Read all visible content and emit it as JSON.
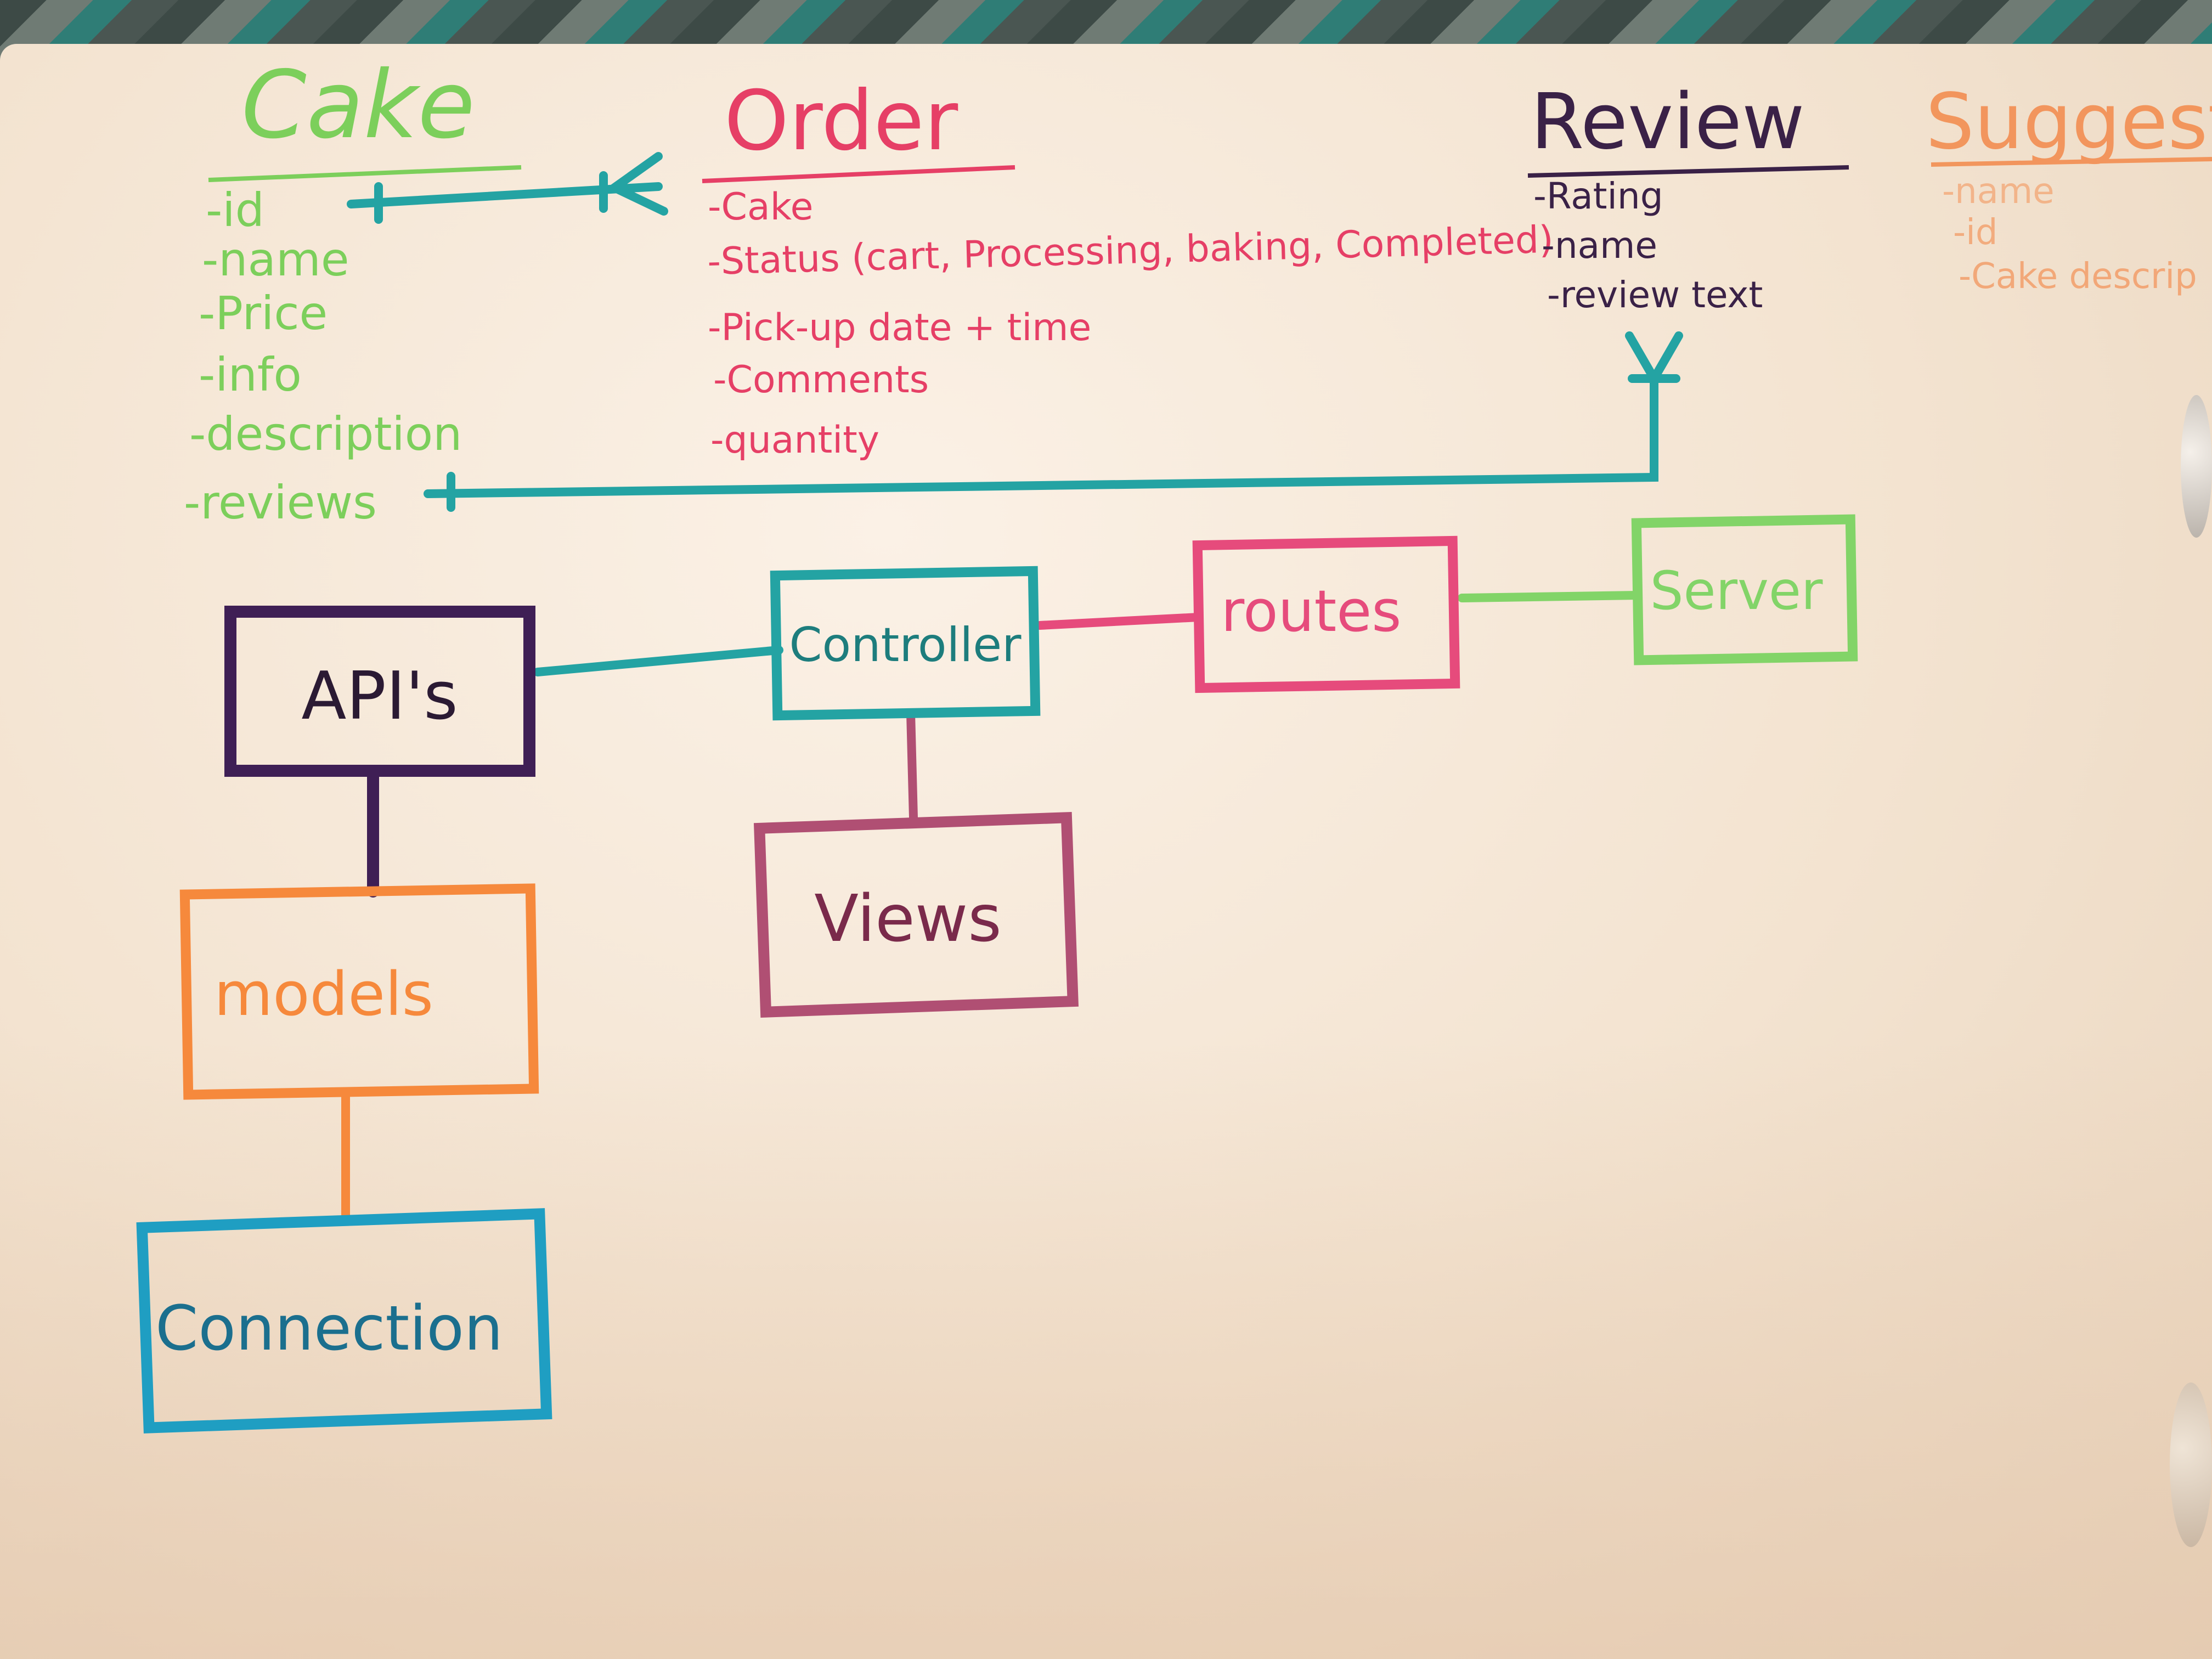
{
  "colors": {
    "cake": "#7ccf5b",
    "order": "#e63f66",
    "review": "#3a2147",
    "suggestion": "#f3894a",
    "teal": "#24a3a3",
    "purple": "#3f1f55",
    "orange": "#f6893c",
    "blue": "#1f9ec2",
    "green": "#82d468",
    "pink": "#e64b7c",
    "mauve": "#b04f73"
  },
  "entities": {
    "cake": {
      "title": "Cake",
      "fields": [
        "-id",
        "-name",
        "-Price",
        "-info",
        "-description",
        "-reviews"
      ]
    },
    "order": {
      "title": "Order",
      "fields": [
        "-Cake",
        "-Status (cart, Processing, baking, Completed)",
        "-Pick-up date + time",
        "-Comments",
        "-quantity"
      ]
    },
    "review": {
      "title": "Review",
      "fields": [
        "-Rating",
        "-name",
        "-review text"
      ]
    },
    "suggestion": {
      "title": "Suggestio",
      "fields": [
        "-name",
        "-id",
        "-Cake descrip"
      ]
    }
  },
  "boxes": {
    "apis": "API's",
    "controller": "Controller",
    "routes": "routes",
    "server": "Server",
    "models": "models",
    "views": "Views",
    "connection": "Connection"
  }
}
